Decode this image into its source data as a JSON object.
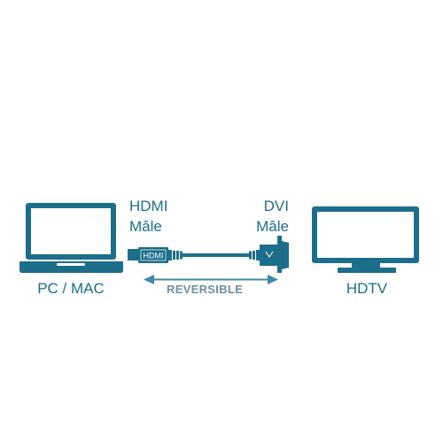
{
  "colors": {
    "device": "#1d6e8a",
    "arrow": "#3f89ab",
    "arrow_text": "#6e8fa0",
    "background": "#ffffff"
  },
  "left_device": {
    "icon": "laptop-icon",
    "label": "PC / MAC"
  },
  "right_device": {
    "icon": "tv-icon",
    "label": "HDTV"
  },
  "cable": {
    "left_connector": {
      "icon": "hdmi-plug-icon",
      "type": "HDMI",
      "gender": "Mâle",
      "plug_text": "HDMI"
    },
    "right_connector": {
      "icon": "dvi-plug-icon",
      "type": "DVI",
      "gender": "Mâle"
    },
    "direction_label": "REVERSIBLE"
  }
}
